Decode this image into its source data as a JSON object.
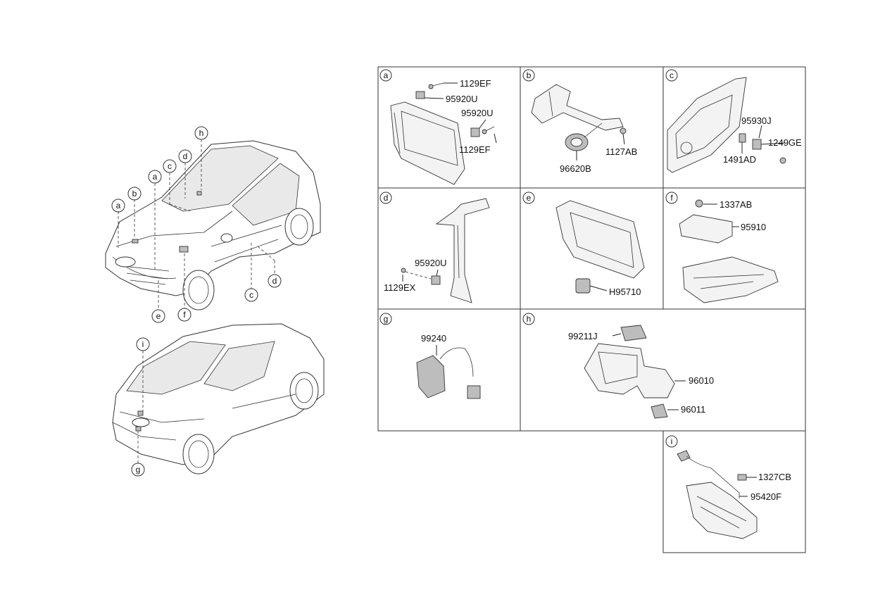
{
  "callouts": {
    "front_car": [
      "a",
      "b",
      "c",
      "d",
      "h",
      "a",
      "c",
      "d",
      "e",
      "f"
    ],
    "rear_car": [
      "i",
      "g"
    ]
  },
  "panels": [
    {
      "id": "a",
      "parts": [
        "1129EF",
        "95920U",
        "95920U",
        "1129EF"
      ]
    },
    {
      "id": "b",
      "parts": [
        "1127AB",
        "96620B"
      ]
    },
    {
      "id": "c",
      "parts": [
        "95930J",
        "1249GE",
        "1491AD"
      ]
    },
    {
      "id": "d",
      "parts": [
        "95920U",
        "1129EX"
      ]
    },
    {
      "id": "e",
      "parts": [
        "H95710"
      ]
    },
    {
      "id": "f",
      "parts": [
        "1337AB",
        "95910"
      ]
    },
    {
      "id": "g",
      "parts": [
        "99240"
      ]
    },
    {
      "id": "h",
      "parts": [
        "99211J",
        "96010",
        "96011"
      ]
    },
    {
      "id": "i",
      "parts": [
        "1327CB",
        "95420F"
      ]
    }
  ]
}
